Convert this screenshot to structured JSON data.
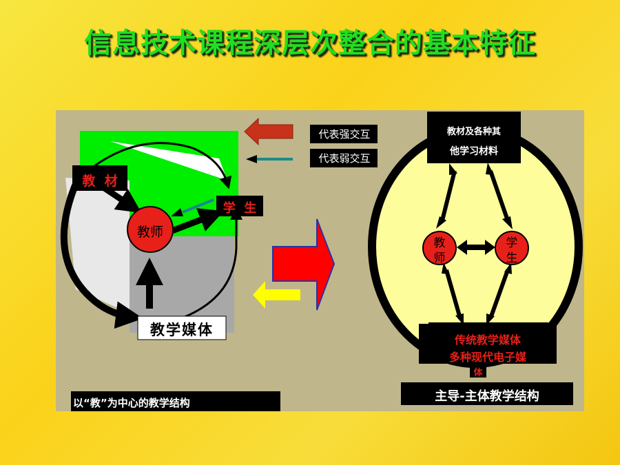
{
  "title": "信息技术课程深层次整合的基本特征",
  "legend": {
    "strong": "代表强交互",
    "weak": "代表弱交互"
  },
  "left_diagram": {
    "material": "教  材",
    "teacher": "教师",
    "student": "学  生",
    "media": "教学媒体",
    "caption": "以“教”为中心的教学结构"
  },
  "right_diagram": {
    "materials_line1": "教材及各种其",
    "materials_line2": "他学习材料",
    "teacher_line1": "教",
    "teacher_line2": "师",
    "student_line1": "学",
    "student_line2": "生",
    "media_line1": "传统教学媒体",
    "media_line2": "多种现代电子媒",
    "media_line3": "体",
    "caption": "主导-主体教学结构"
  },
  "colors": {
    "title_green": "#22dd22",
    "panel": "#bfb68c",
    "strong_arrow": "#c8321a",
    "weak_arrow": "#1a8a8a",
    "label_red": "#e8201a",
    "yellow_circle": "#fdfd9c"
  }
}
